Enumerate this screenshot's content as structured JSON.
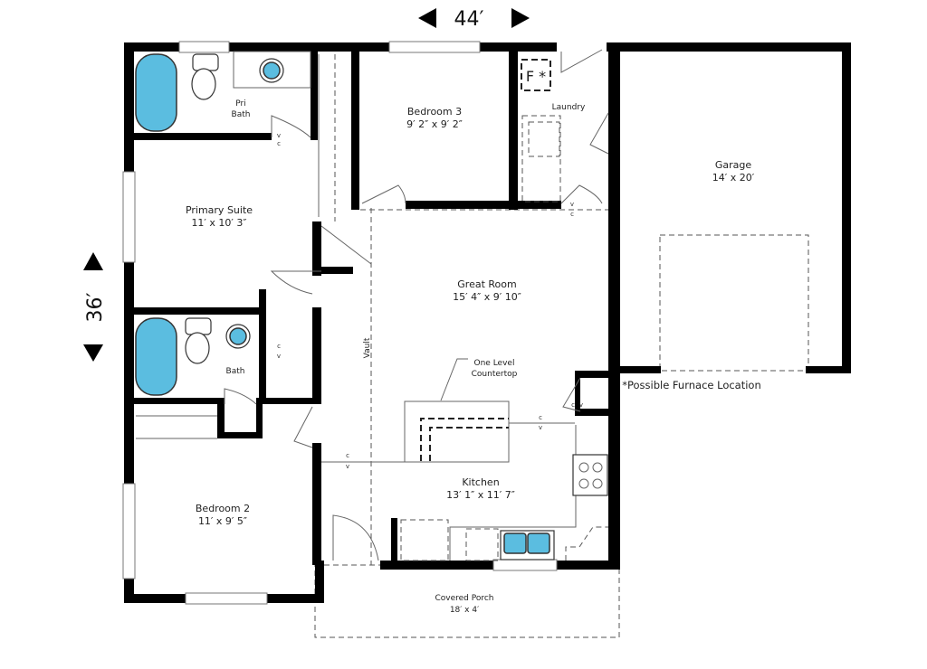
{
  "dimensions": {
    "width": "44′",
    "depth": "36′"
  },
  "rooms": {
    "pri_bath": {
      "line1": "Pri",
      "line2": "Bath"
    },
    "bedroom3": {
      "name": "Bedroom 3",
      "size": "9′ 2″ x 9′ 2″"
    },
    "laundry": {
      "name": "Laundry"
    },
    "furnace": {
      "label": "F *"
    },
    "garage": {
      "name": "Garage",
      "size": "14′ x 20′"
    },
    "primary_suite": {
      "name": "Primary Suite",
      "size": "11′ x 10′ 3″"
    },
    "great_room": {
      "name": "Great Room",
      "size": "15′ 4″ x 9′ 10″"
    },
    "bath": {
      "name": "Bath"
    },
    "vault": {
      "label": "Vault"
    },
    "countertop_note": {
      "line1": "One Level",
      "line2": "Countertop"
    },
    "furnace_note": "*Possible Furnace Location",
    "kitchen": {
      "name": "Kitchen",
      "size": "13′ 1″ x 11′ 7″"
    },
    "bedroom2": {
      "name": "Bedroom 2",
      "size": "11′ x 9′ 5″"
    },
    "porch": {
      "name": "Covered Porch",
      "size": "18′ x 4′"
    }
  },
  "markers": {
    "c": "c",
    "v": "v"
  },
  "colors": {
    "fixture_blue": "#5bbde0",
    "wall": "#000000"
  }
}
